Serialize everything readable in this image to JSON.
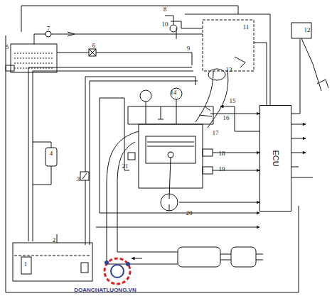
{
  "diagram": {
    "nodes": [
      {
        "text": [
          "ECU"
        ]
      }
    ],
    "labels": [
      "1",
      "2",
      "3",
      "4",
      "5",
      "6",
      "7",
      "8",
      "9",
      "10",
      "11",
      "12",
      "13",
      "14",
      "15",
      "16",
      "17",
      "18",
      "19",
      "20",
      "21",
      "DOANCHATLUONG.VN"
    ]
  }
}
